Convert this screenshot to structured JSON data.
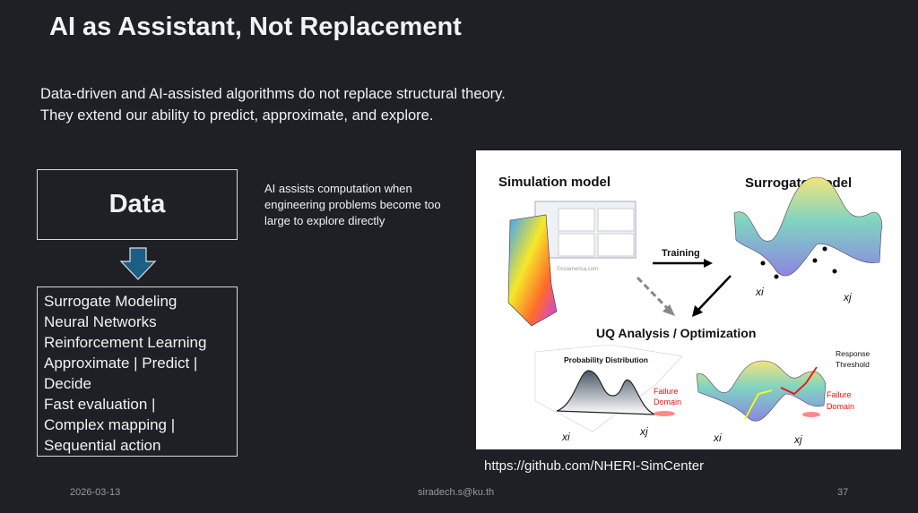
{
  "title": "AI as Assistant, Not Replacement",
  "subtitle": [
    "Data-driven and AI-assisted algorithms do not replace structural theory.",
    "They extend our ability to predict, approximate, and explore."
  ],
  "data_box": "Data",
  "arrow_color": "#1b5f84",
  "list_items": [
    "Surrogate Modeling",
    "Neural Networks",
    "Reinforcement Learning",
    "Approximate | Predict |",
    "Decide",
    "Fast evaluation |",
    "Complex mapping |",
    "Sequential action"
  ],
  "note": "AI assists computation when engineering problems become too large to explore directly",
  "figure": {
    "simulation_title": "Simulation model",
    "surrogate_title": "Surrogate model",
    "training_label": "Training",
    "credit": "©csiamerica.com",
    "uq_title": "UQ Analysis / Optimization",
    "prob_label": "Probability Distribution",
    "failure_label_1": "Failure",
    "failure_label_2": "Domain",
    "response_label_1": "Response",
    "response_label_2": "Threshold",
    "axis_i": "xi",
    "axis_j": "xj"
  },
  "source_url": "https://github.com/NHERI-SimCenter",
  "footer": {
    "date": "2026-03-13",
    "email": "siradech.s@ku.th",
    "page": "37"
  }
}
